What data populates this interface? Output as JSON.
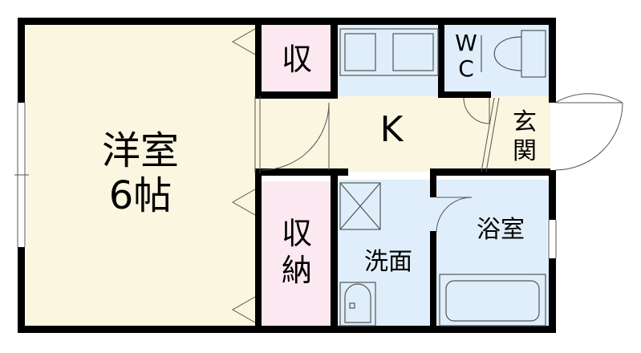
{
  "rooms": {
    "western_room": {
      "name": "洋室",
      "size": "6帖"
    },
    "storage_small": {
      "name": "収"
    },
    "storage_closet": {
      "line1": "収",
      "line2": "納"
    },
    "kitchen": {
      "name": "K"
    },
    "toilet": {
      "line1": "W",
      "line2": "C"
    },
    "entrance": {
      "line1": "玄",
      "line2": "関"
    },
    "washroom": {
      "name": "洗面"
    },
    "bathroom": {
      "name": "浴室"
    }
  },
  "colors": {
    "wall": "#000000",
    "western_room_fill": "#fbf6df",
    "kitchen_fill": "#fbf6df",
    "storage_fill": "#fce8f0",
    "wet_area_fill": "#dfeefa",
    "line": "#555555"
  }
}
